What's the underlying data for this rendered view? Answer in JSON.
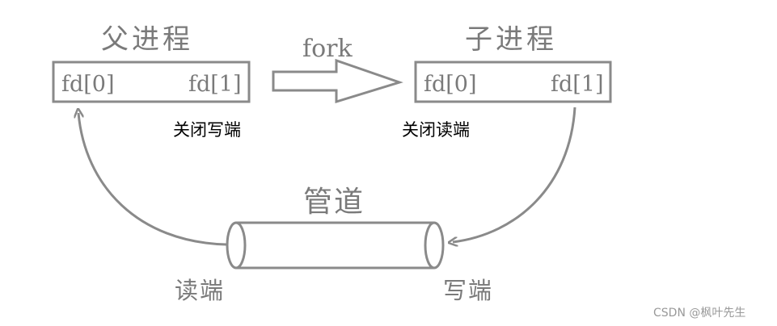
{
  "parent": {
    "title": "父进程",
    "fd0": "fd[0]",
    "fd1": "fd[1]",
    "note": "关闭写端"
  },
  "child": {
    "title": "子进程",
    "fd0": "fd[0]",
    "fd1": "fd[1]",
    "note": "关闭读端"
  },
  "fork_label": "fork",
  "pipe": {
    "title": "管道",
    "read_end": "读端",
    "write_end": "写端"
  },
  "watermark": "CSDN @枫叶先生",
  "colors": {
    "stroke": "#8a8a8a",
    "text": "#7a7a7a",
    "note": "#000000"
  }
}
